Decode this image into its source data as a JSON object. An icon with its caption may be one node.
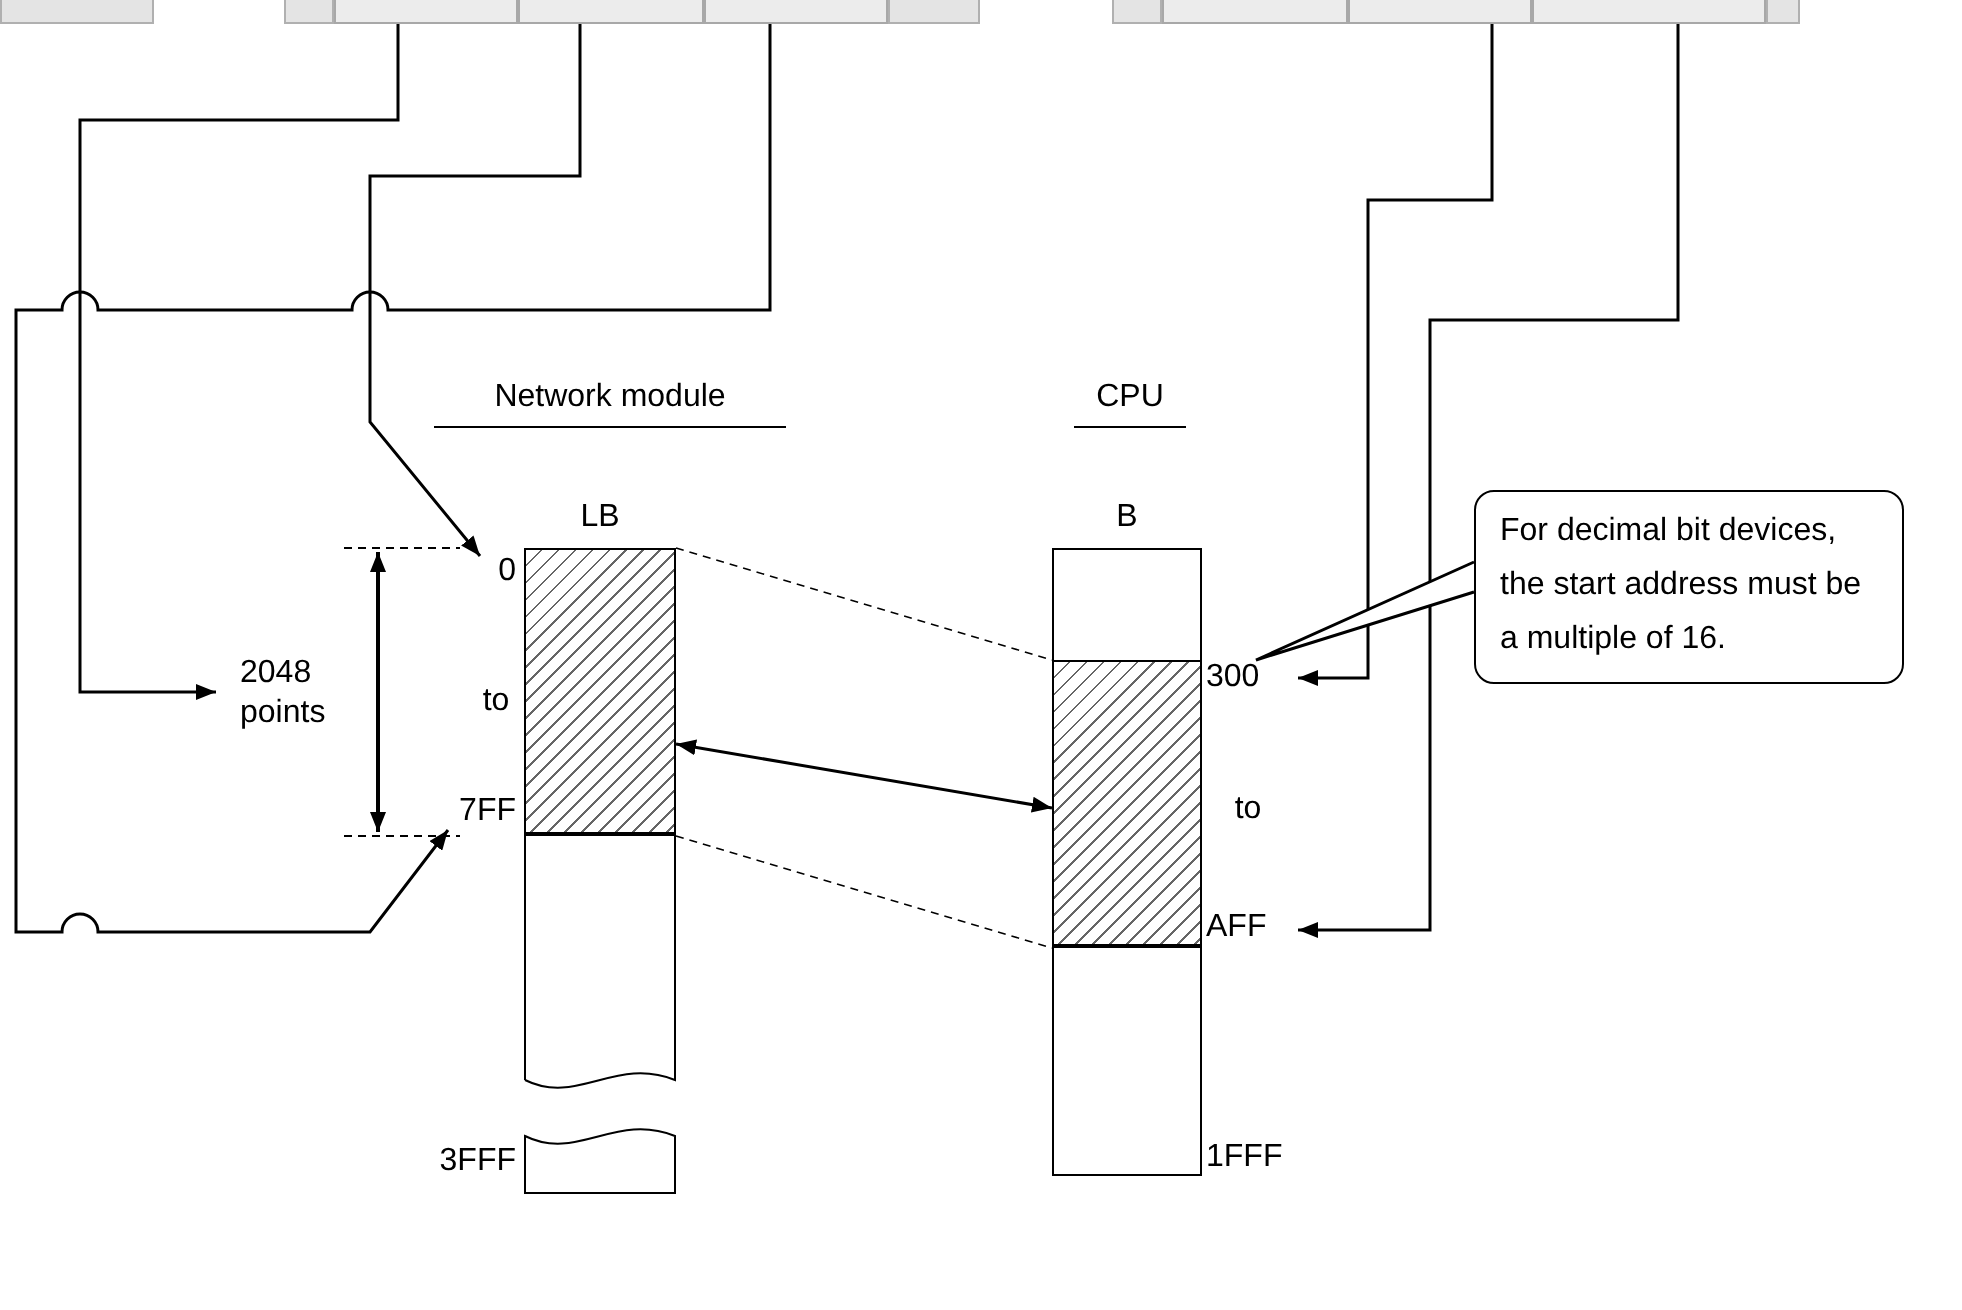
{
  "diagram": {
    "nodes": [
      {
        "text": [],
        "shape": "box"
      },
      {
        "text": [],
        "shape": "box"
      },
      {
        "text": [],
        "shape": "box"
      },
      {
        "text": [],
        "shape": "box"
      },
      {
        "text": [],
        "shape": "box"
      },
      {
        "text": [],
        "shape": "box"
      },
      {
        "text": [
          "2048 points"
        ]
      },
      {
        "text": [
          "LB"
        ]
      },
      {
        "text": [],
        "shape": "box",
        "in": 7
      },
      {
        "text": [
          "0"
        ]
      },
      {
        "text": [
          "7FF"
        ]
      },
      {
        "text": [
          "B"
        ]
      },
      {
        "text": [],
        "shape": "box",
        "in": 11
      },
      {
        "text": [
          "300"
        ]
      },
      {
        "text": [
          "AFF"
        ]
      },
      {
        "text": [
          "For decimal bit devices, the start address must be a multiple of 16."
        ]
      }
    ],
    "edges": [
      {
        "from": 0,
        "to": 6,
        "arrow": "to"
      },
      {
        "from": 1,
        "to": 9,
        "arrow": "to"
      },
      {
        "from": 2,
        "to": 10,
        "arrow": "to"
      },
      {
        "from": 4,
        "to": 13,
        "arrow": "to"
      },
      {
        "from": 5,
        "to": 14,
        "arrow": "to"
      },
      {
        "from": 8,
        "to": 12,
        "arrow": "both"
      },
      {
        "from": 8,
        "to": 12,
        "arrow": "none",
        "style": "dashed"
      },
      {
        "from": 8,
        "to": 12,
        "arrow": "none",
        "style": "dashed"
      },
      {
        "from": 15,
        "to": 13,
        "arrow": "none"
      }
    ],
    "labels": [
      "Network module",
      "CPU",
      "to",
      "to",
      "1FFF",
      "3FFF"
    ]
  }
}
